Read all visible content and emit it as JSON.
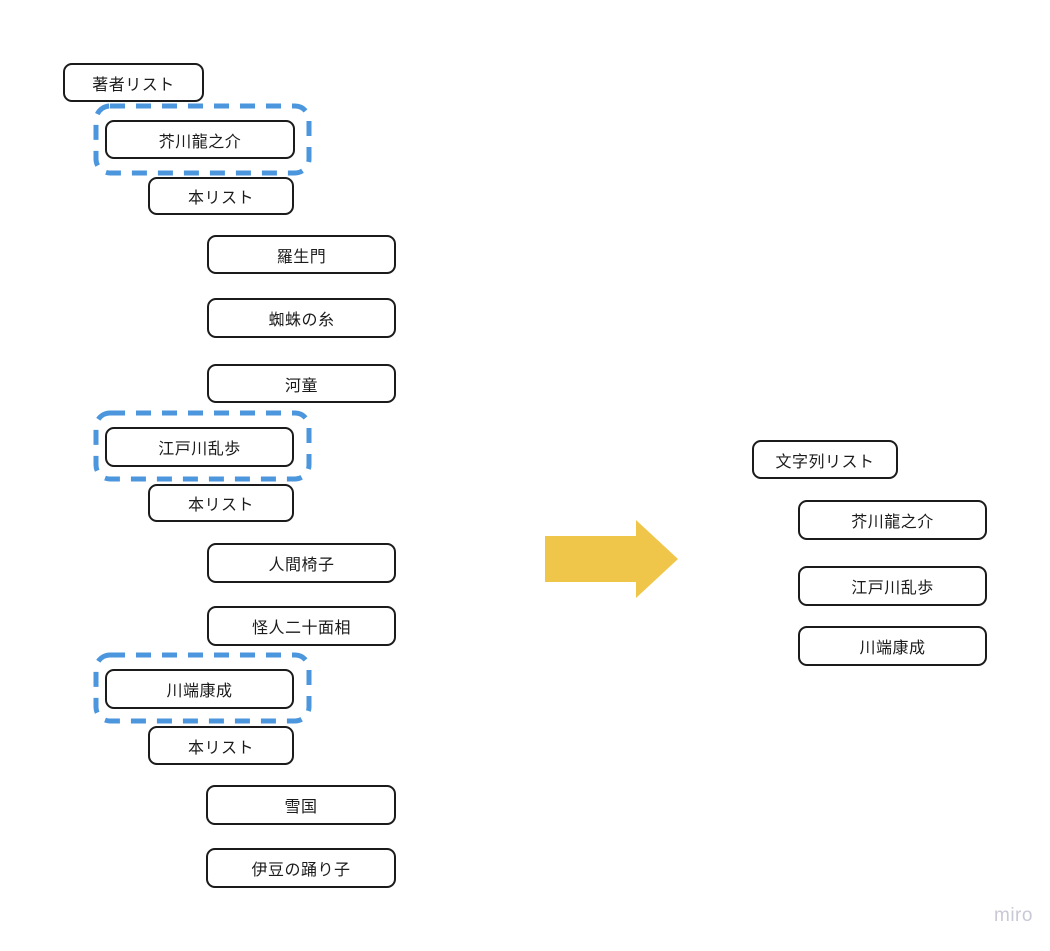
{
  "app": {
    "watermark": "miro"
  },
  "colors": {
    "box_border": "#1b1b1b",
    "highlight_blue": "#4b96dc",
    "arrow_yellow": "#f0c64a",
    "watermark_gray": "#c8c9d4"
  },
  "left_tree": {
    "root_label": "著者リスト",
    "authors": [
      {
        "name": "芥川龍之介",
        "highlighted": true,
        "list_label": "本リスト",
        "books": [
          "羅生門",
          "蜘蛛の糸",
          "河童"
        ]
      },
      {
        "name": "江戸川乱歩",
        "highlighted": true,
        "list_label": "本リスト",
        "books": [
          "人間椅子",
          "怪人二十面相"
        ]
      },
      {
        "name": "川端康成",
        "highlighted": true,
        "list_label": "本リスト",
        "books": [
          "雪国",
          "伊豆の踊り子"
        ]
      }
    ]
  },
  "arrow": {
    "direction": "right",
    "color": "#f0c64a"
  },
  "right_list": {
    "root_label": "文字列リスト",
    "items": [
      "芥川龍之介",
      "江戸川乱歩",
      "川端康成"
    ]
  }
}
